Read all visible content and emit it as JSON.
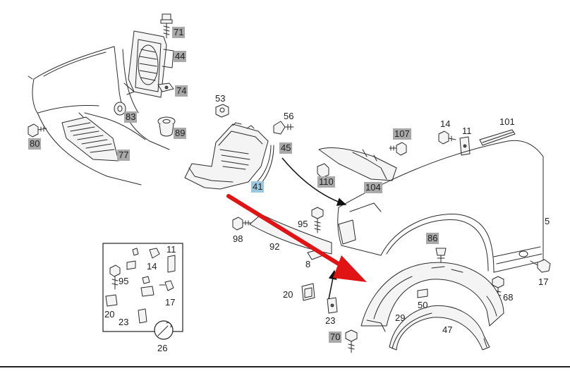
{
  "colors": {
    "highlight_gray": "#a9a9a9",
    "highlight_blue": "#9ac8de",
    "arrow_red": "#e01414",
    "line": "#2b2b2b"
  },
  "labels": {
    "p71": "71",
    "p44": "44",
    "p74": "74",
    "p83": "83",
    "p89": "89",
    "p80": "80",
    "p77": "77",
    "p53": "53",
    "p56": "56",
    "p45": "45",
    "p41": "41",
    "p107": "107",
    "p14": "14",
    "p11": "11",
    "p101": "101",
    "p110": "110",
    "p104": "104",
    "p95": "95",
    "p98": "98",
    "p92": "92",
    "p8": "8",
    "p5": "5",
    "p86": "86",
    "p17": "17",
    "p68": "68",
    "p20": "20",
    "p50": "50",
    "p29": "29",
    "p23": "23",
    "p47": "47",
    "p70": "70",
    "inset_11": "11",
    "inset_14": "14",
    "inset_95": "95",
    "inset_17": "17",
    "inset_20": "20",
    "inset_23": "23",
    "inset_26": "26"
  }
}
